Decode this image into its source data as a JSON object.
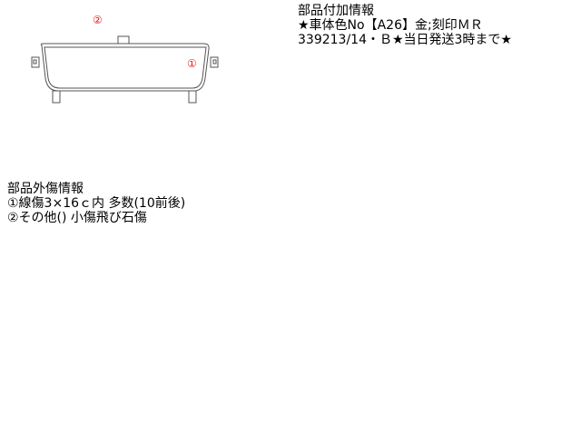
{
  "diagram": {
    "marker_1": "①",
    "marker_2": "②",
    "marker_color": "#e02020",
    "outline_color": "#555555"
  },
  "additional_info": {
    "heading": "部品付加情報",
    "lines": [
      "★車体色No【A26】金;刻印ＭＲ",
      "339213/14・Ｂ★当日発送3時まで★"
    ]
  },
  "damage_info": {
    "heading": "部品外傷情報",
    "lines": [
      "①線傷3×16ｃ内 多数(10前後)",
      "②その他() 小傷飛び石傷"
    ]
  }
}
